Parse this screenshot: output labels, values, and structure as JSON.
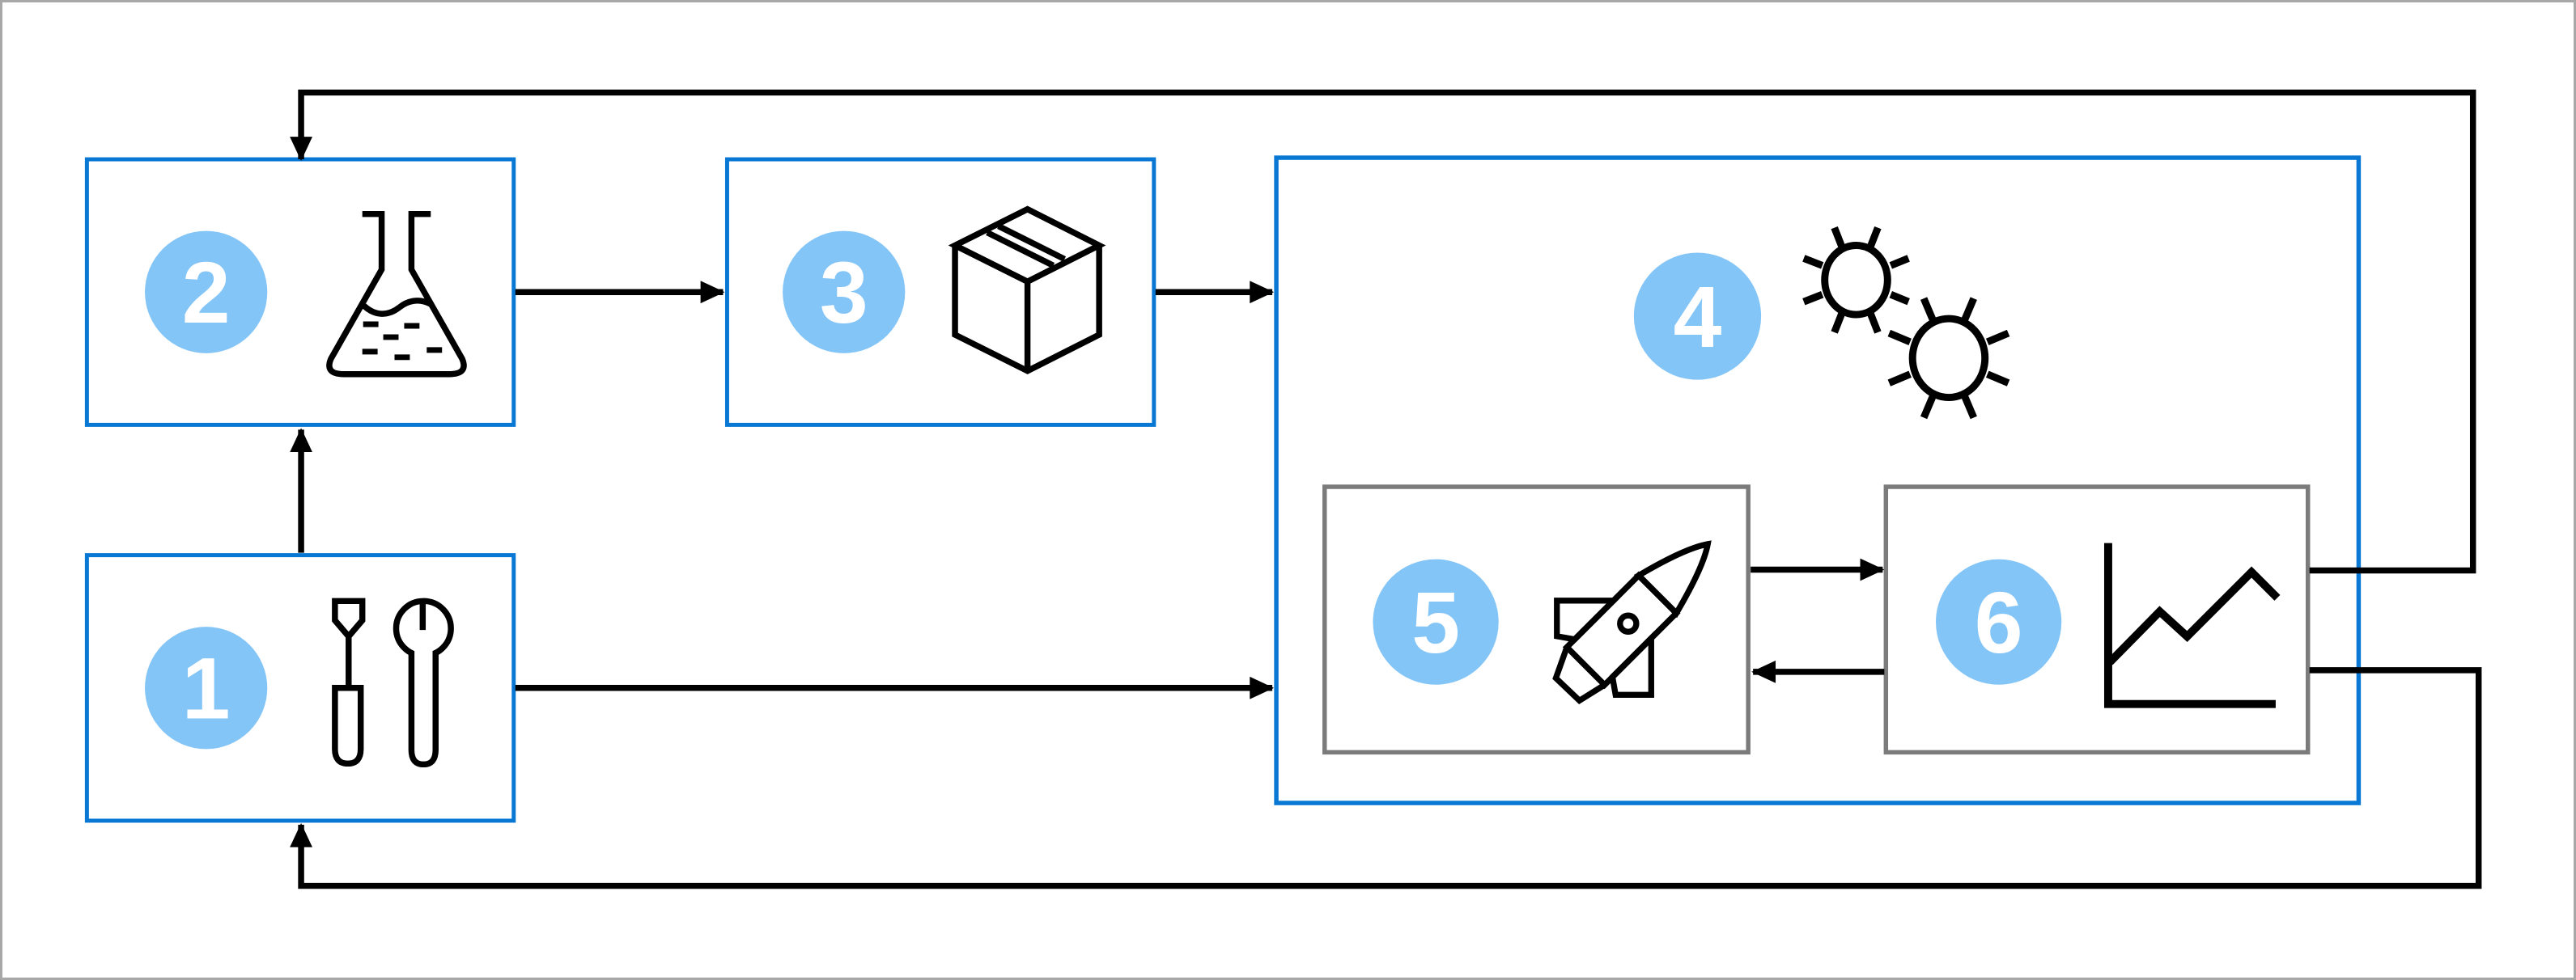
{
  "diagram": {
    "type": "flowchart",
    "colors": {
      "background": "#FFFFFF",
      "frame": "#A8A8A8",
      "node_border": "#0878D4",
      "subnode_border": "#7B7B7B",
      "badge_fill": "#84C5F7",
      "badge_text": "#FFFFFF",
      "line": "#000000"
    },
    "nodes": [
      {
        "number": "1",
        "icon": "screwdriver-wrench"
      },
      {
        "number": "2",
        "icon": "flask"
      },
      {
        "number": "3",
        "icon": "package-box"
      },
      {
        "number": "4",
        "icon": "germs"
      },
      {
        "number": "5",
        "icon": "rocket"
      },
      {
        "number": "6",
        "icon": "line-chart"
      }
    ],
    "edges": [
      {
        "from": "1",
        "to": "2"
      },
      {
        "from": "2",
        "to": "3"
      },
      {
        "from": "3",
        "to": "4"
      },
      {
        "from": "1",
        "to": "4"
      },
      {
        "from": "5",
        "to": "6"
      },
      {
        "from": "6",
        "to": "5"
      },
      {
        "from": "6",
        "to": "2",
        "type": "feedback-top"
      },
      {
        "from": "6",
        "to": "1",
        "type": "feedback-bottom"
      }
    ]
  }
}
